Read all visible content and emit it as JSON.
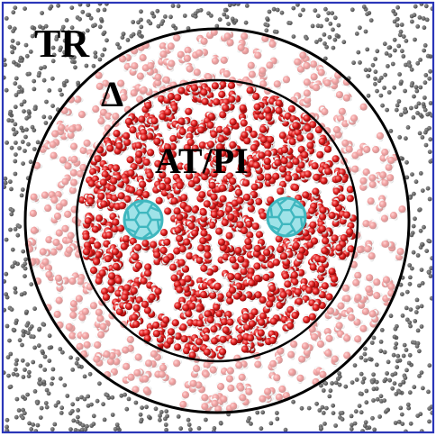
{
  "labels": {
    "outer_region": "TR",
    "shell": "Δ",
    "inner_region": "AT/PI"
  },
  "colors": {
    "background": "#ffffff",
    "box_border": "#2a36b8",
    "circle_stroke": "#000000",
    "particle_grey": "#6e6e6e",
    "oxygen_red": "#d81818",
    "hydrogen_white": "#ededed",
    "fullerene_cyan": "#3fb7bf"
  },
  "molecules": {
    "fullerene_count": 2
  }
}
